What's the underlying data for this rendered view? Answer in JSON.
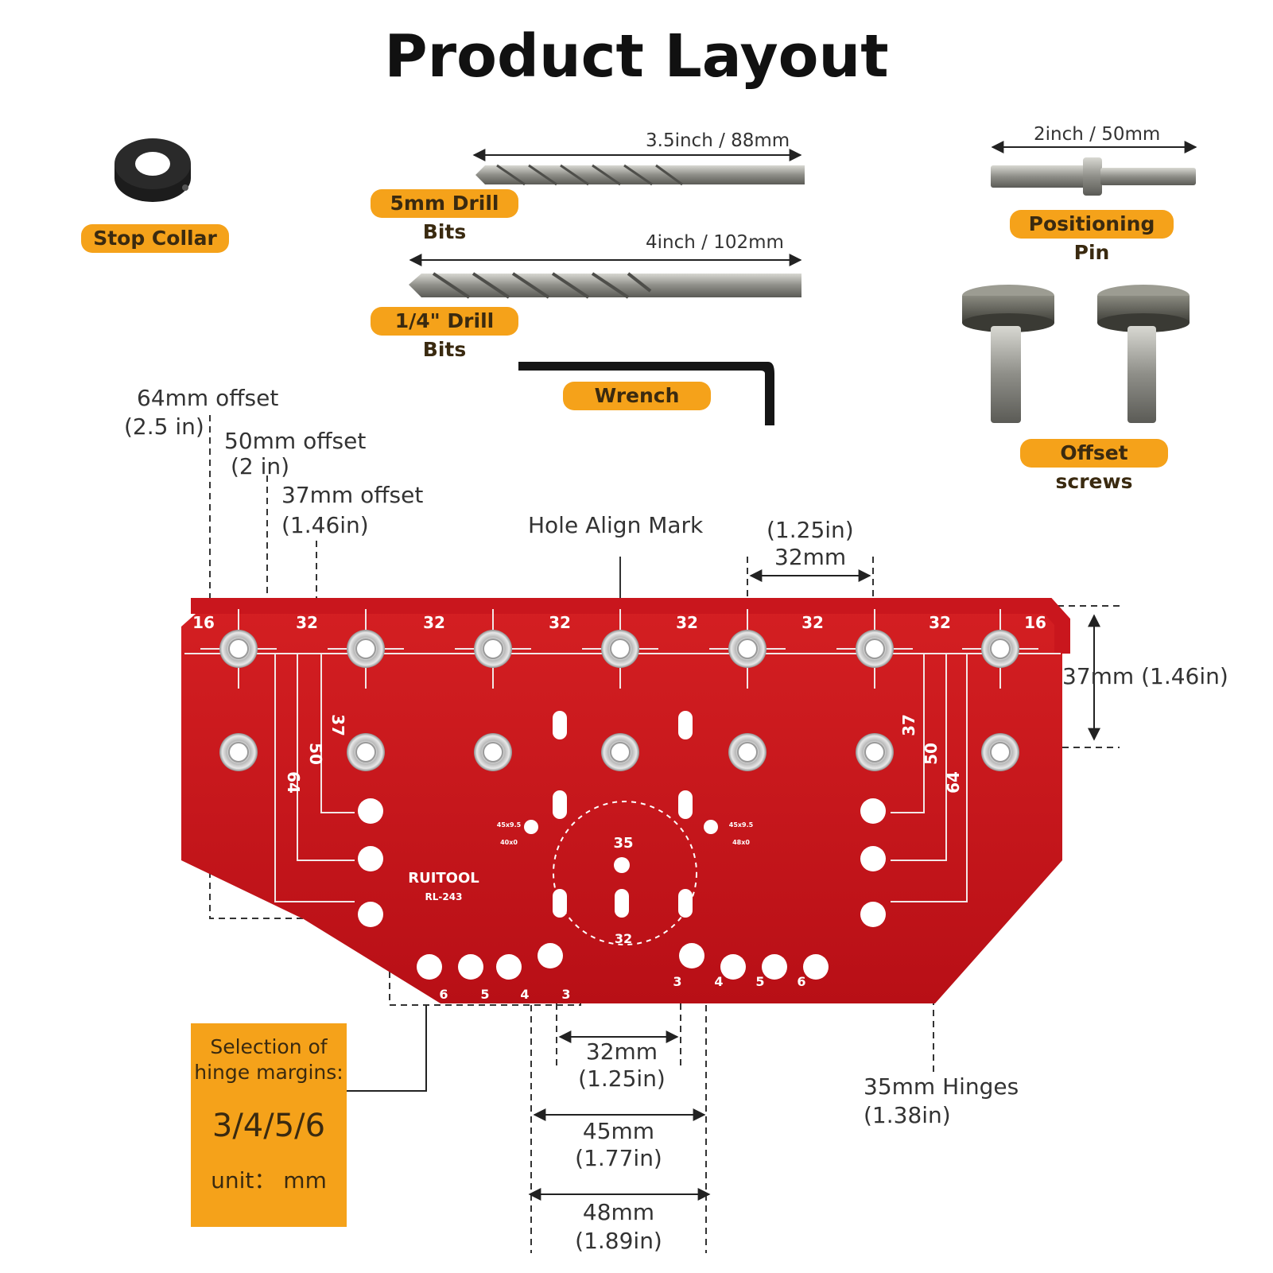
{
  "title": "Product Layout",
  "parts": {
    "stop_collar": "Stop Collar",
    "drill_5mm": "5mm Drill Bits",
    "drill_5mm_length": "3.5inch / 88mm",
    "drill_quarter": "1/4\" Drill Bits",
    "drill_quarter_length": "4inch / 102mm",
    "wrench": "Wrench",
    "positioning_pin": "Positioning Pin",
    "positioning_pin_length": "2inch / 50mm",
    "offset_screws": "Offset screws"
  },
  "offsets": {
    "o64_mm": "64mm offset",
    "o64_in": "(2.5 in)",
    "o50_mm": "50mm offset",
    "o50_in": "(2 in)",
    "o37_mm": "37mm offset",
    "o37_in": "(1.46in)"
  },
  "annotations": {
    "hole_align": "Hole Align Mark",
    "spacing_in": "(1.25in)",
    "spacing_mm": "32mm",
    "edge_dist": "37mm",
    "edge_dist_in": "(1.46in)",
    "d32_mm": "32mm",
    "d32_in": "(1.25in)",
    "d45_mm": "45mm",
    "d45_in": "(1.77in)",
    "d48_mm": "48mm",
    "d48_in": "(1.89in)",
    "hinge_mm": "35mm Hinges",
    "hinge_in": "(1.38in)"
  },
  "margin_box": {
    "line1": "Selection of",
    "line2": "hinge margins:",
    "values": "3/4/5/6",
    "unit": "unit： mm"
  },
  "jig": {
    "brand": "RUITOOL",
    "model": "RL-243",
    "top_scale": [
      "16",
      "32",
      "32",
      "32",
      "32",
      "32",
      "32",
      "16"
    ],
    "side_marks_left": [
      "37",
      "50",
      "64"
    ],
    "side_marks_right": [
      "37",
      "50",
      "64"
    ],
    "center_top": "35",
    "center_bottom": "32",
    "margins_left": [
      "6",
      "5",
      "4",
      "3"
    ],
    "margins_right": [
      "3",
      "4",
      "5",
      "6"
    ],
    "tiny_left_top": "45x9.5",
    "tiny_left_bottom": "40x0",
    "tiny_right_top": "45x9.5",
    "tiny_right_bottom": "48x0",
    "color": "#c9161d"
  },
  "colors": {
    "accent": "#f5a21a",
    "jig_red": "#c9161d",
    "metal": "#9a9a94"
  }
}
